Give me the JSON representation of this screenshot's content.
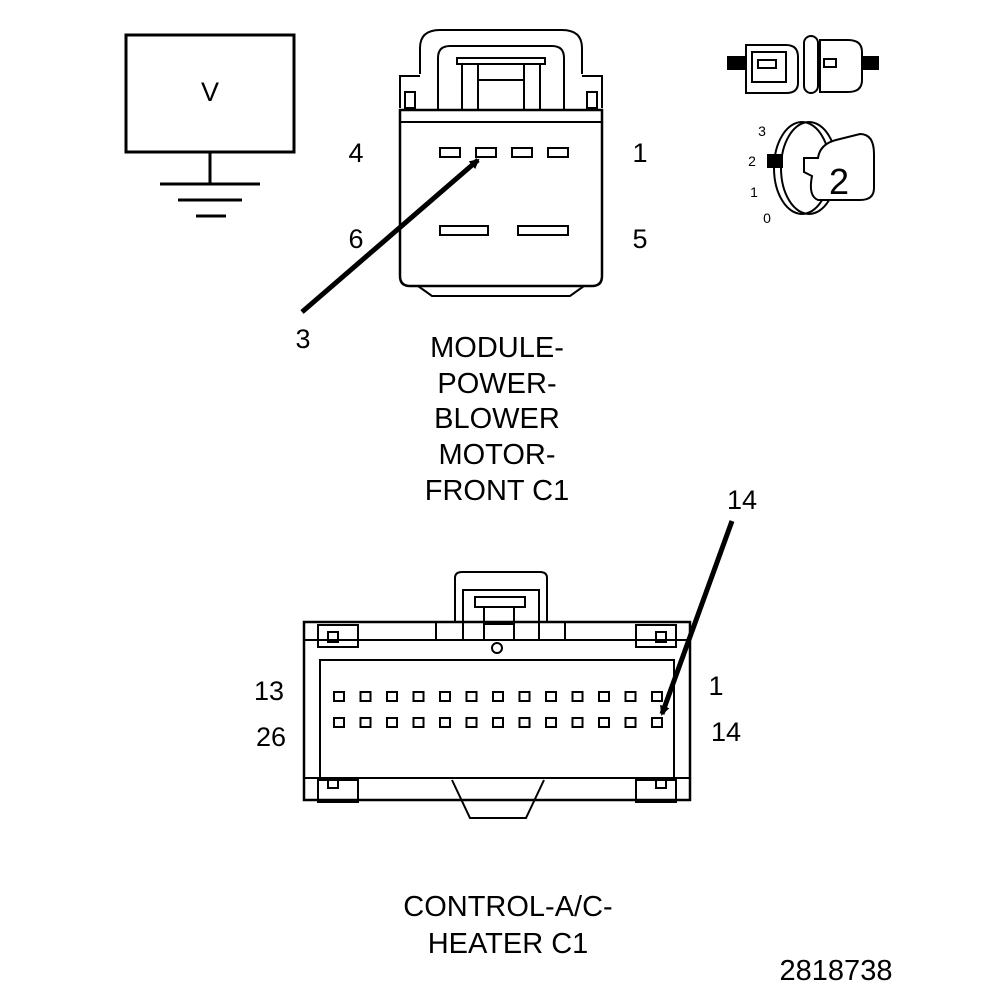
{
  "voltmeter": {
    "symbol": "V"
  },
  "blower_connector": {
    "pin_labels": {
      "top_left": "4",
      "top_right": "1",
      "bottom_left": "6",
      "bottom_right": "5"
    },
    "callout": "3",
    "caption_lines": [
      "MODULE-",
      "POWER-",
      "BLOWER",
      "MOTOR-",
      "FRONT C1"
    ]
  },
  "ignition_switch": {
    "positions": [
      "3",
      "2",
      "1",
      "0"
    ],
    "selected": "2"
  },
  "hvac_connector": {
    "pin_labels": {
      "row1_left": "13",
      "row1_right": "1",
      "row2_left": "26",
      "row2_right": "14"
    },
    "callout": "14",
    "caption_lines": [
      "CONTROL-A/C-",
      "HEATER C1"
    ]
  },
  "figure_id": "2818738",
  "colors": {
    "line": "#000000",
    "background": "#ffffff"
  }
}
